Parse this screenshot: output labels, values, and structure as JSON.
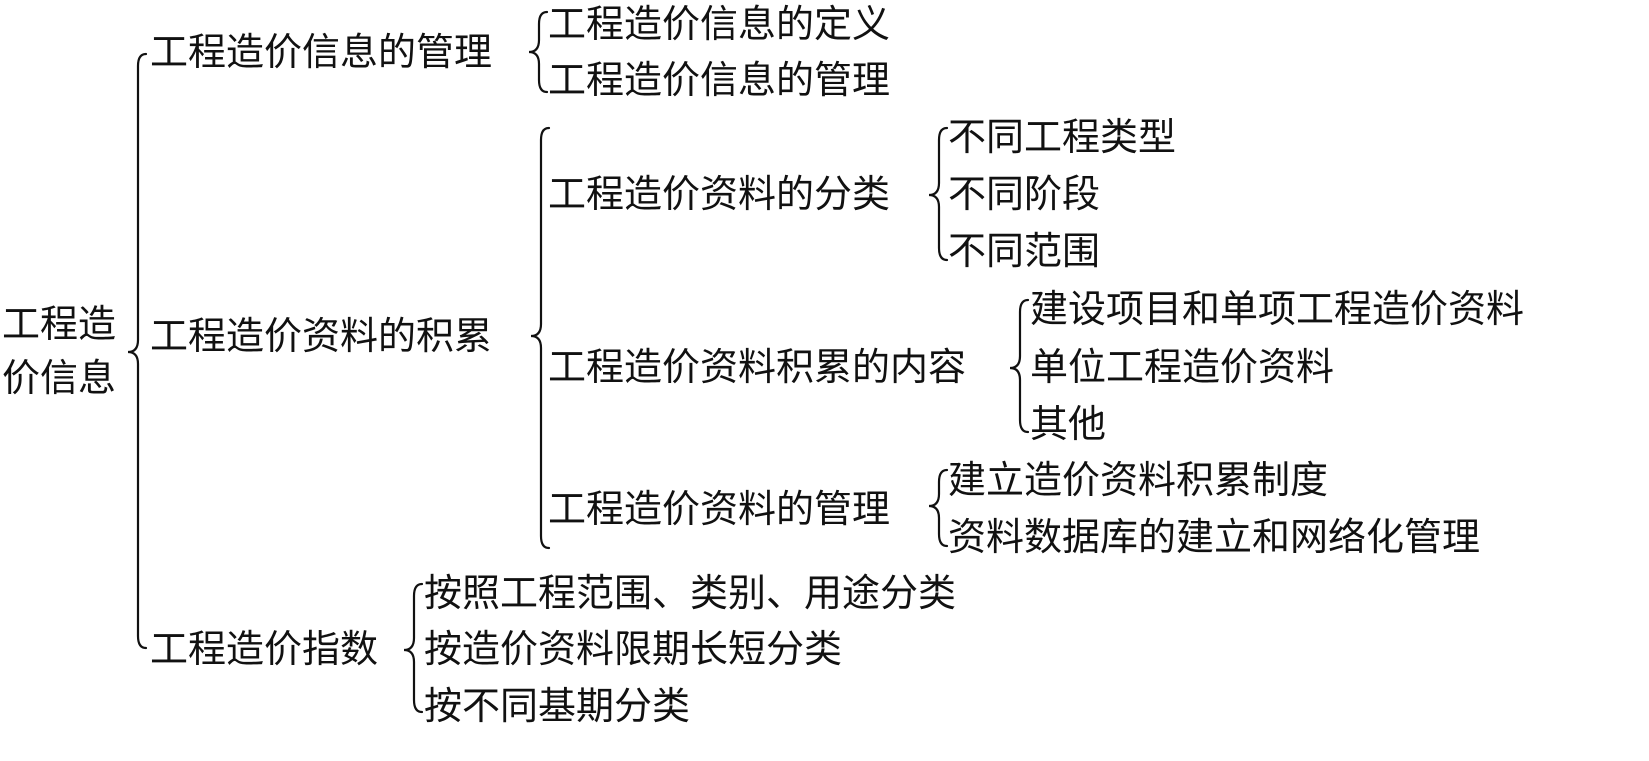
{
  "diagram": {
    "root": "工程造价\n信息",
    "root_line1": "工程造",
    "root_line2": "价信息",
    "n1": {
      "label": "工程造价信息的管理",
      "items": [
        "工程造价信息的定义",
        "工程造价信息的管理"
      ]
    },
    "n2": {
      "label": "工程造价资料的积累",
      "c1": {
        "label": "工程造价资料的分类",
        "items": [
          "不同工程类型",
          "不同阶段",
          "不同范围"
        ]
      },
      "c2": {
        "label": "工程造价资料积累的内容",
        "items": [
          "建设项目和单项工程造价资料",
          "单位工程造价资料",
          "其他"
        ]
      },
      "c3": {
        "label": "工程造价资料的管理",
        "items": [
          "建立造价资料积累制度",
          "资料数据库的建立和网络化管理"
        ]
      }
    },
    "n3": {
      "label": "工程造价指数",
      "items": [
        "按照工程范围、类别、用途分类",
        "按造价资料限期长短分类",
        "按不同基期分类"
      ]
    }
  }
}
